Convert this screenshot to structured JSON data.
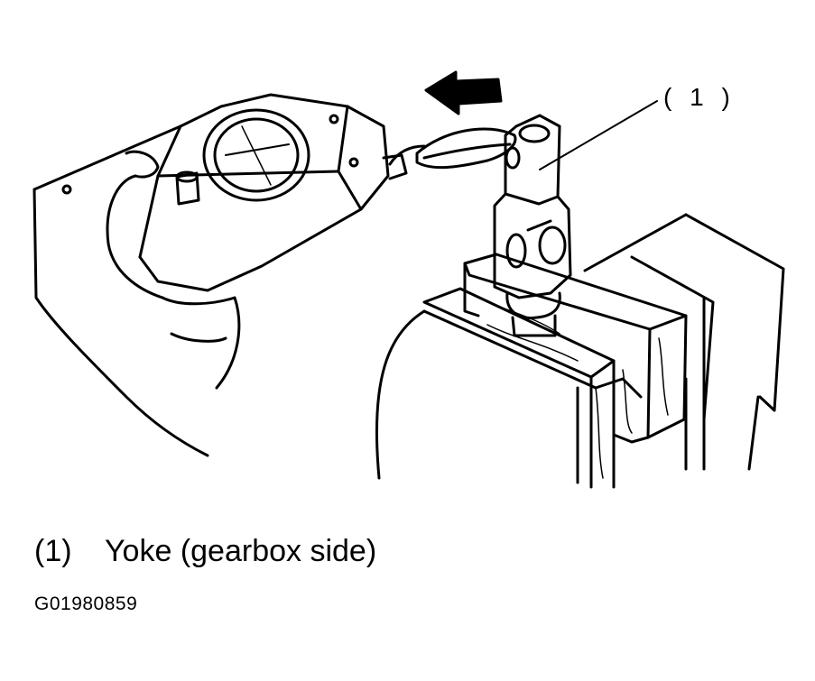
{
  "callout": {
    "label": "( 1 )"
  },
  "legend": {
    "number": "(1)",
    "text": "Yoke (gearbox side)"
  },
  "figure_id": "G01980859"
}
